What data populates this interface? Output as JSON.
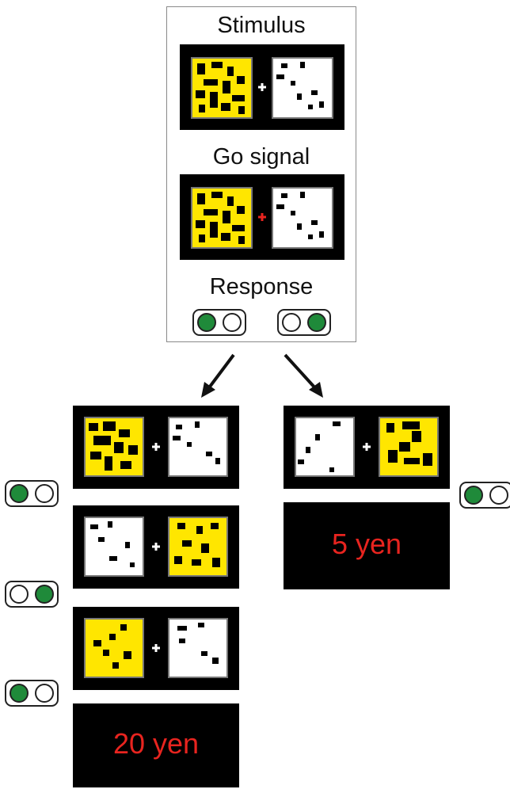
{
  "labels": {
    "stimulus": "Stimulus",
    "go_signal": "Go signal",
    "response": "Response"
  },
  "rewards": {
    "left_outcome": "20 yen",
    "right_outcome": "5 yen"
  },
  "colors": {
    "yellow": "#ffe600",
    "white": "#ffffff",
    "black": "#000000",
    "go_cue": "#e8241f",
    "fixation": "#ffffff",
    "button_on": "#1f8a3a",
    "reward_text": "#e8241f"
  },
  "response_buttons": [
    {
      "name": "left-button",
      "lit": "left"
    },
    {
      "name": "right-button",
      "lit": "right"
    }
  ],
  "left_branch_choices": [
    "left",
    "right",
    "left"
  ],
  "right_branch_choice": "left"
}
